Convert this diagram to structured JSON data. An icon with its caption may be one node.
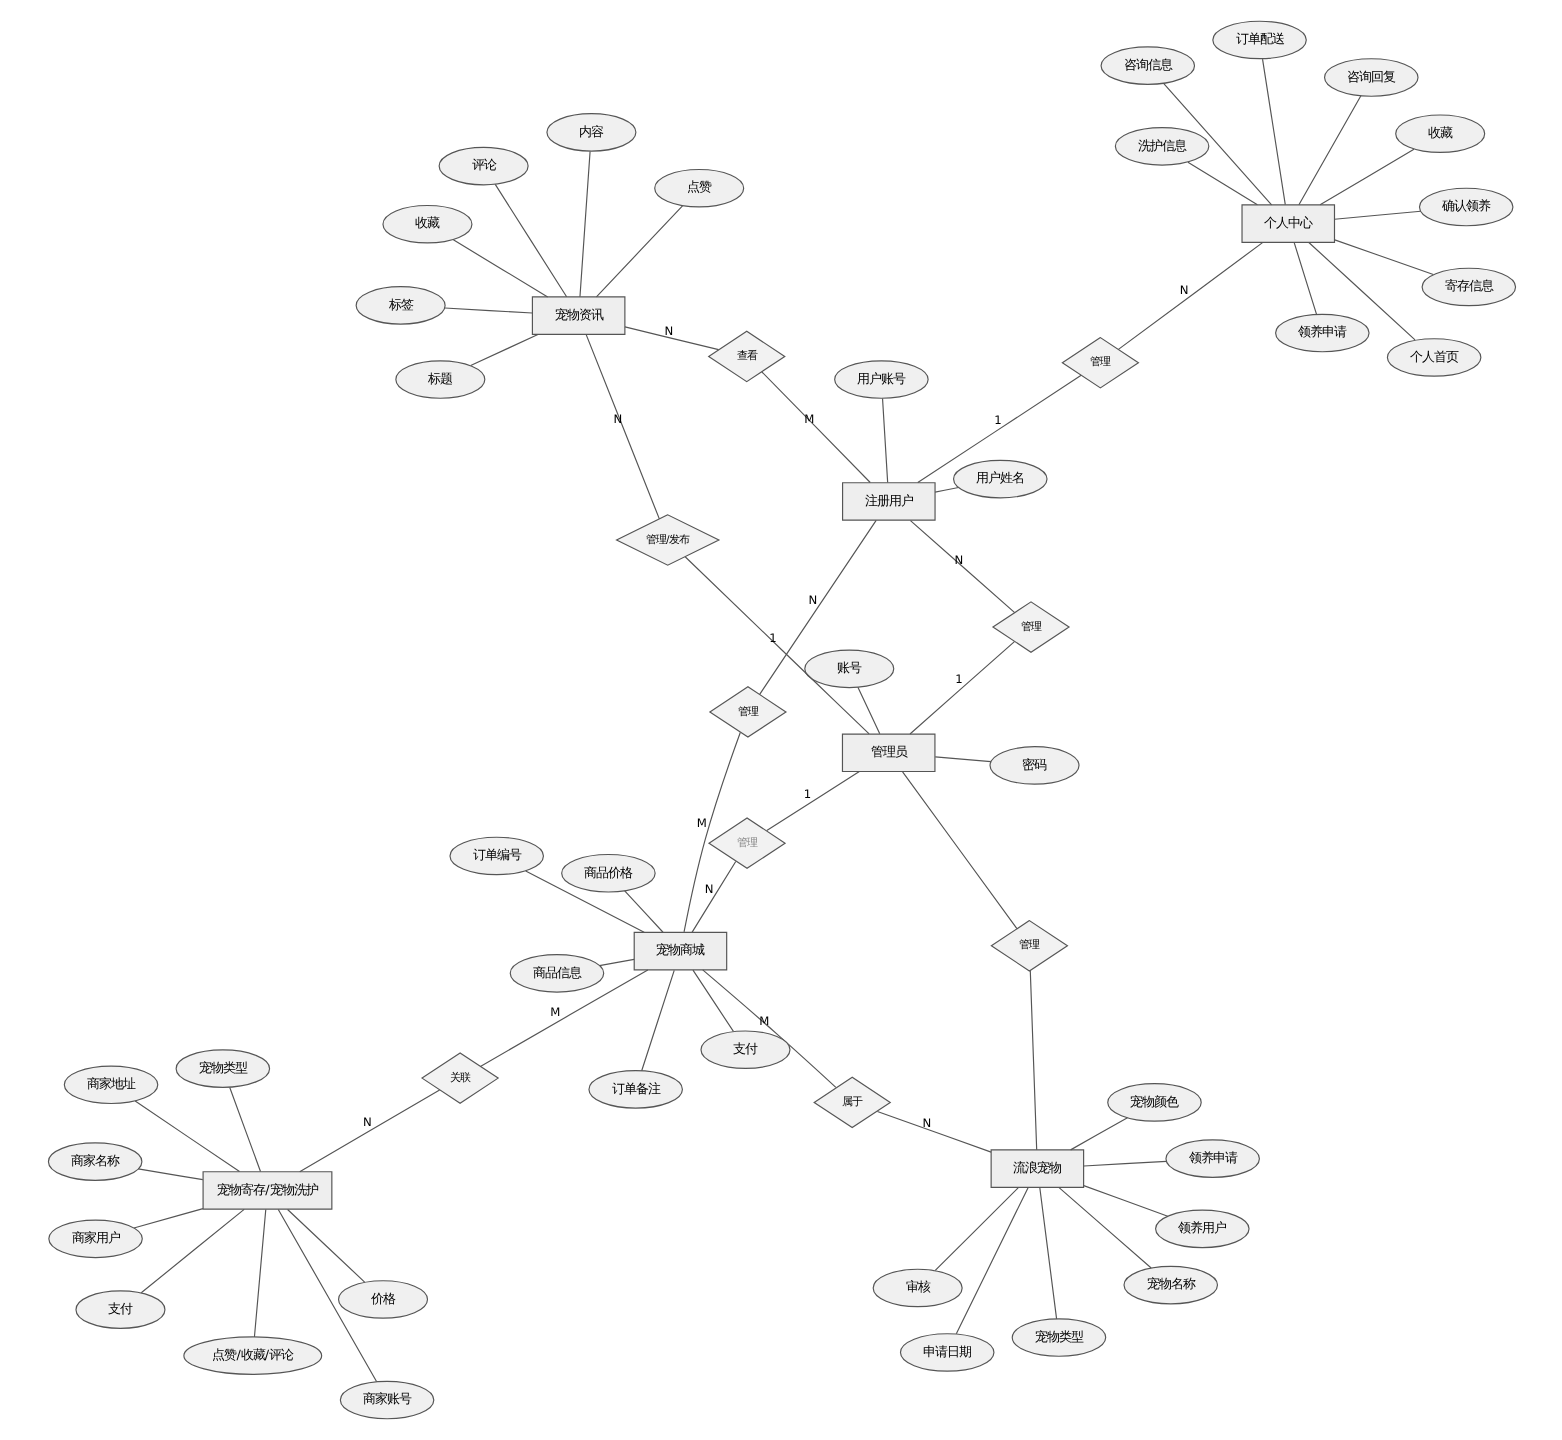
{
  "diagram": {
    "nodes": [
      {
        "text": [
          "宠物寄存/宠物洗护"
        ]
      },
      {
        "text": [
          "价格"
        ]
      },
      {
        "text": [
          "支付"
        ]
      },
      {
        "text": [
          "宠物类型"
        ]
      },
      {
        "text": [
          "点赞/收藏/评论"
        ]
      },
      {
        "text": [
          "商家地址"
        ]
      },
      {
        "text": [
          "商家名称"
        ]
      },
      {
        "text": [
          "商家账号"
        ]
      },
      {
        "text": [
          "商家用户"
        ]
      },
      {
        "text": [
          "关联"
        ]
      },
      {
        "text": [
          "流浪宠物"
        ]
      },
      {
        "text": [
          "申请日期"
        ]
      },
      {
        "text": [
          "领养用户"
        ]
      },
      {
        "text": [
          "领养申请"
        ]
      },
      {
        "text": [
          "宠物颜色"
        ]
      },
      {
        "text": [
          "宠物类型"
        ]
      },
      {
        "text": [
          "宠物名称"
        ]
      },
      {
        "text": [
          "审核"
        ]
      },
      {
        "text": [
          "属于"
        ]
      },
      {
        "text": [
          "宠物商城"
        ]
      },
      {
        "text": [
          "支付"
        ]
      },
      {
        "text": [
          "订单备注"
        ]
      },
      {
        "text": [
          "订单编号"
        ]
      },
      {
        "text": [
          "商品价格"
        ]
      },
      {
        "text": [
          "商品信息"
        ]
      },
      {
        "text": [
          "管理"
        ]
      },
      {
        "text": [
          "管理"
        ]
      },
      {
        "text": [
          "管理"
        ]
      },
      {
        "text": [
          "管理员"
        ]
      },
      {
        "text": [
          "管理"
        ]
      },
      {
        "text": [
          "注册用户"
        ]
      },
      {
        "text": [
          "用户姓名"
        ]
      },
      {
        "text": [
          "用户账号"
        ]
      },
      {
        "text": [
          "账号"
        ]
      },
      {
        "text": [
          "密码"
        ]
      },
      {
        "text": [
          "管理/发布"
        ]
      },
      {
        "text": [
          "查看"
        ]
      },
      {
        "text": [
          "管理"
        ]
      },
      {
        "text": [
          "宠物资讯"
        ]
      },
      {
        "text": [
          "标题"
        ]
      },
      {
        "text": [
          "评论"
        ]
      },
      {
        "text": [
          "收藏"
        ]
      },
      {
        "text": [
          "标签"
        ]
      },
      {
        "text": [
          "内容"
        ]
      },
      {
        "text": [
          "点赞"
        ]
      },
      {
        "text": [
          "个人中心"
        ]
      },
      {
        "text": [
          "个人首页"
        ]
      },
      {
        "text": [
          "领养申请"
        ]
      },
      {
        "text": [
          "确认领养"
        ]
      },
      {
        "text": [
          "寄存信息"
        ]
      },
      {
        "text": [
          "洗护信息"
        ]
      },
      {
        "text": [
          "收藏"
        ]
      },
      {
        "text": [
          "订单配送"
        ]
      },
      {
        "text": [
          "咨询信息"
        ]
      },
      {
        "text": [
          "咨询回复"
        ]
      }
    ],
    "edges": [
      {
        "from": 0,
        "to": 1,
        "arrow": "none"
      },
      {
        "from": 0,
        "to": 2,
        "arrow": "none"
      },
      {
        "from": 0,
        "to": 3,
        "arrow": "none"
      },
      {
        "from": 0,
        "to": 4,
        "arrow": "none"
      },
      {
        "from": 0,
        "to": 5,
        "arrow": "none"
      },
      {
        "from": 0,
        "to": 6,
        "arrow": "none"
      },
      {
        "from": 0,
        "to": 7,
        "arrow": "none"
      },
      {
        "from": 0,
        "to": 8,
        "arrow": "none"
      },
      {
        "from": 0,
        "to": 9,
        "label": "N",
        "arrow": "none"
      },
      {
        "from": 9,
        "to": 19,
        "label": "M",
        "arrow": "none"
      },
      {
        "from": 10,
        "to": 11,
        "arrow": "none"
      },
      {
        "from": 10,
        "to": 12,
        "arrow": "none"
      },
      {
        "from": 10,
        "to": 13,
        "arrow": "none"
      },
      {
        "from": 10,
        "to": 14,
        "arrow": "none"
      },
      {
        "from": 10,
        "to": 15,
        "arrow": "none"
      },
      {
        "from": 10,
        "to": 16,
        "arrow": "none"
      },
      {
        "from": 10,
        "to": 17,
        "arrow": "none"
      },
      {
        "from": 10,
        "to": 18,
        "label": "N",
        "arrow": "none"
      },
      {
        "from": 18,
        "to": 19,
        "label": "M",
        "arrow": "none"
      },
      {
        "from": 19,
        "to": 20,
        "arrow": "none"
      },
      {
        "from": 19,
        "to": 21,
        "arrow": "none"
      },
      {
        "from": 19,
        "to": 22,
        "arrow": "none"
      },
      {
        "from": 19,
        "to": 23,
        "arrow": "none"
      },
      {
        "from": 19,
        "to": 24,
        "arrow": "none"
      },
      {
        "from": 10,
        "to": 25,
        "arrow": "none"
      },
      {
        "from": 25,
        "to": 28,
        "arrow": "none"
      },
      {
        "from": 28,
        "to": 26,
        "label": "1",
        "arrow": "none"
      },
      {
        "from": 26,
        "to": 19,
        "label": "N",
        "arrow": "none"
      },
      {
        "from": 19,
        "to": 27,
        "label": "M",
        "arrow": "none"
      },
      {
        "from": 27,
        "to": 30,
        "label": "N",
        "arrow": "none"
      },
      {
        "from": 28,
        "to": 29,
        "label": "1",
        "arrow": "none"
      },
      {
        "from": 29,
        "to": 30,
        "label": "N",
        "arrow": "none"
      },
      {
        "from": 30,
        "to": 31,
        "arrow": "none"
      },
      {
        "from": 30,
        "to": 32,
        "arrow": "none"
      },
      {
        "from": 28,
        "to": 33,
        "arrow": "none"
      },
      {
        "from": 28,
        "to": 34,
        "arrow": "none"
      },
      {
        "from": 28,
        "to": 35,
        "label": "1",
        "arrow": "none"
      },
      {
        "from": 35,
        "to": 38,
        "label": "N",
        "arrow": "none"
      },
      {
        "from": 30,
        "to": 36,
        "label": "M",
        "arrow": "none"
      },
      {
        "from": 36,
        "to": 38,
        "label": "N",
        "arrow": "none"
      },
      {
        "from": 30,
        "to": 37,
        "label": "1",
        "arrow": "none"
      },
      {
        "from": 37,
        "to": 45,
        "label": "N",
        "arrow": "none"
      },
      {
        "from": 38,
        "to": 39,
        "arrow": "none"
      },
      {
        "from": 38,
        "to": 40,
        "arrow": "none"
      },
      {
        "from": 38,
        "to": 41,
        "arrow": "none"
      },
      {
        "from": 38,
        "to": 42,
        "arrow": "none"
      },
      {
        "from": 38,
        "to": 43,
        "arrow": "none"
      },
      {
        "from": 38,
        "to": 44,
        "arrow": "none"
      },
      {
        "from": 45,
        "to": 46,
        "arrow": "none"
      },
      {
        "from": 45,
        "to": 47,
        "arrow": "none"
      },
      {
        "from": 45,
        "to": 48,
        "arrow": "none"
      },
      {
        "from": 45,
        "to": 49,
        "arrow": "none"
      },
      {
        "from": 45,
        "to": 50,
        "arrow": "none"
      },
      {
        "from": 45,
        "to": 51,
        "arrow": "none"
      },
      {
        "from": 45,
        "to": 52,
        "arrow": "none"
      },
      {
        "from": 45,
        "to": 53,
        "arrow": "none"
      },
      {
        "from": 45,
        "to": 54,
        "arrow": "none"
      }
    ]
  }
}
